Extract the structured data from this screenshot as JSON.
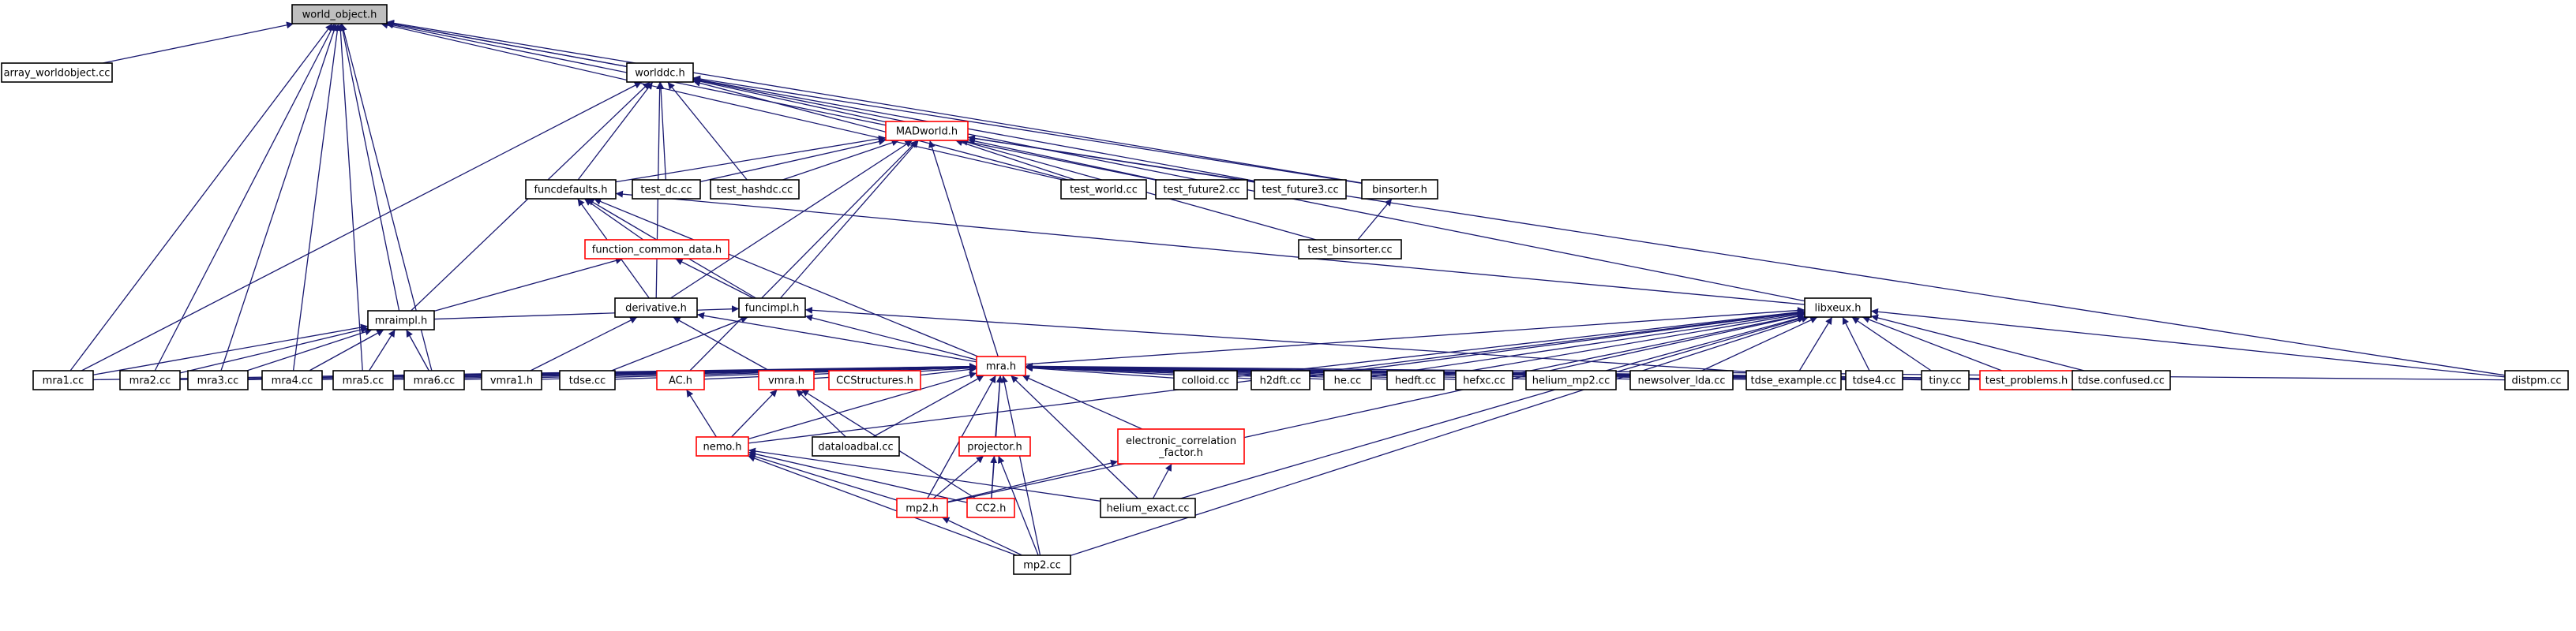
{
  "colors": {
    "edge": "#191970",
    "node_border": "#000000",
    "node_border_highlight": "#ff0000",
    "root_fill": "#bfbfbf"
  },
  "nodes": [
    {
      "id": "world_object_h",
      "label": "world_object.h",
      "root": true
    },
    {
      "id": "array_worldobject_cc",
      "label": "array_worldobject.cc"
    },
    {
      "id": "worlddc_h",
      "label": "worlddc.h"
    },
    {
      "id": "madworld_h",
      "label": "MADworld.h",
      "red": true
    },
    {
      "id": "funcdefaults_h",
      "label": "funcdefaults.h"
    },
    {
      "id": "test_dc_cc",
      "label": "test_dc.cc"
    },
    {
      "id": "test_hashdc_cc",
      "label": "test_hashdc.cc"
    },
    {
      "id": "test_world_cc",
      "label": "test_world.cc"
    },
    {
      "id": "test_future2_cc",
      "label": "test_future2.cc"
    },
    {
      "id": "test_future3_cc",
      "label": "test_future3.cc"
    },
    {
      "id": "binsorter_h",
      "label": "binsorter.h"
    },
    {
      "id": "test_binsorter_cc",
      "label": "test_binsorter.cc"
    },
    {
      "id": "function_common_data_h",
      "label": "function_common_data.h",
      "red": true
    },
    {
      "id": "derivative_h",
      "label": "derivative.h"
    },
    {
      "id": "funcimpl_h",
      "label": "funcimpl.h"
    },
    {
      "id": "libxeux_h",
      "label": "libxeux.h"
    },
    {
      "id": "mraimpl_h",
      "label": "mraimpl.h"
    },
    {
      "id": "mra_h",
      "label": "mra.h",
      "red": true
    },
    {
      "id": "mra1_cc",
      "label": "mra1.cc"
    },
    {
      "id": "mra2_cc",
      "label": "mra2.cc"
    },
    {
      "id": "mra3_cc",
      "label": "mra3.cc"
    },
    {
      "id": "mra4_cc",
      "label": "mra4.cc"
    },
    {
      "id": "mra5_cc",
      "label": "mra5.cc"
    },
    {
      "id": "mra6_cc",
      "label": "mra6.cc"
    },
    {
      "id": "vmra1_h",
      "label": "vmra1.h"
    },
    {
      "id": "tdse_cc",
      "label": "tdse.cc"
    },
    {
      "id": "ac_h",
      "label": "AC.h",
      "red": true
    },
    {
      "id": "vmra_h",
      "label": "vmra.h",
      "red": true
    },
    {
      "id": "ccstructures_h",
      "label": "CCStructures.h",
      "red": true
    },
    {
      "id": "colloid_cc",
      "label": "colloid.cc"
    },
    {
      "id": "h2dft_cc",
      "label": "h2dft.cc"
    },
    {
      "id": "he_cc",
      "label": "he.cc"
    },
    {
      "id": "hedft_cc",
      "label": "hedft.cc"
    },
    {
      "id": "hefxc_cc",
      "label": "hefxc.cc"
    },
    {
      "id": "helium_mp2_cc",
      "label": "helium_mp2.cc"
    },
    {
      "id": "newsolver_lda_cc",
      "label": "newsolver_lda.cc"
    },
    {
      "id": "tdse_example_cc",
      "label": "tdse_example.cc"
    },
    {
      "id": "tdse4_cc",
      "label": "tdse4.cc"
    },
    {
      "id": "tiny_cc",
      "label": "tiny.cc"
    },
    {
      "id": "test_problems_h",
      "label": "test_problems.h",
      "red": true
    },
    {
      "id": "tdse_confused_cc",
      "label": "tdse.confused.cc"
    },
    {
      "id": "distpm_cc",
      "label": "distpm.cc"
    },
    {
      "id": "nemo_h",
      "label": "nemo.h",
      "red": true
    },
    {
      "id": "dataloadbal_cc",
      "label": "dataloadbal.cc"
    },
    {
      "id": "projector_h",
      "label": "projector.h",
      "red": true
    },
    {
      "id": "electronic_correlation_factor_h",
      "label": "electronic_correlation\n_factor.h",
      "red": true
    },
    {
      "id": "mp2_h",
      "label": "mp2.h",
      "red": true
    },
    {
      "id": "cc2_h",
      "label": "CC2.h",
      "red": true
    },
    {
      "id": "helium_exact_cc",
      "label": "helium_exact.cc"
    },
    {
      "id": "mp2_cc",
      "label": "mp2.cc"
    }
  ],
  "edges": [
    [
      "array_worldobject_cc",
      "world_object_h"
    ],
    [
      "worlddc_h",
      "world_object_h"
    ],
    [
      "mra1_cc",
      "world_object_h"
    ],
    [
      "mra2_cc",
      "world_object_h"
    ],
    [
      "mra3_cc",
      "world_object_h"
    ],
    [
      "mra4_cc",
      "world_object_h"
    ],
    [
      "mra5_cc",
      "world_object_h"
    ],
    [
      "mra6_cc",
      "world_object_h"
    ],
    [
      "mraimpl_h",
      "world_object_h"
    ],
    [
      "test_world_cc",
      "world_object_h"
    ],
    [
      "test_future2_cc",
      "world_object_h"
    ],
    [
      "test_future3_cc",
      "world_object_h"
    ],
    [
      "binsorter_h",
      "world_object_h"
    ],
    [
      "madworld_h",
      "worlddc_h"
    ],
    [
      "funcdefaults_h",
      "worlddc_h"
    ],
    [
      "test_dc_cc",
      "worlddc_h"
    ],
    [
      "test_hashdc_cc",
      "worlddc_h"
    ],
    [
      "test_world_cc",
      "worlddc_h"
    ],
    [
      "binsorter_h",
      "worlddc_h"
    ],
    [
      "libxeux_h",
      "worlddc_h"
    ],
    [
      "derivative_h",
      "worlddc_h"
    ],
    [
      "mraimpl_h",
      "worlddc_h"
    ],
    [
      "mra1_cc",
      "worlddc_h"
    ],
    [
      "funcdefaults_h",
      "madworld_h"
    ],
    [
      "test_dc_cc",
      "madworld_h"
    ],
    [
      "test_hashdc_cc",
      "madworld_h"
    ],
    [
      "test_world_cc",
      "madworld_h"
    ],
    [
      "test_future2_cc",
      "madworld_h"
    ],
    [
      "test_future3_cc",
      "madworld_h"
    ],
    [
      "test_binsorter_cc",
      "madworld_h"
    ],
    [
      "derivative_h",
      "madworld_h"
    ],
    [
      "funcimpl_h",
      "madworld_h"
    ],
    [
      "mra_h",
      "madworld_h"
    ],
    [
      "ac_h",
      "madworld_h"
    ],
    [
      "distpm_cc",
      "madworld_h"
    ],
    [
      "test_binsorter_cc",
      "binsorter_h"
    ],
    [
      "function_common_data_h",
      "funcdefaults_h"
    ],
    [
      "derivative_h",
      "funcdefaults_h"
    ],
    [
      "funcimpl_h",
      "funcdefaults_h"
    ],
    [
      "mra_h",
      "funcdefaults_h"
    ],
    [
      "libxeux_h",
      "funcdefaults_h"
    ],
    [
      "funcimpl_h",
      "function_common_data_h"
    ],
    [
      "mraimpl_h",
      "function_common_data_h"
    ],
    [
      "mra_h",
      "derivative_h"
    ],
    [
      "vmra_h",
      "derivative_h"
    ],
    [
      "vmra1_h",
      "derivative_h"
    ],
    [
      "mraimpl_h",
      "funcimpl_h"
    ],
    [
      "mra_h",
      "funcimpl_h"
    ],
    [
      "tdse_cc",
      "funcimpl_h"
    ],
    [
      "tdse4_cc",
      "funcimpl_h"
    ],
    [
      "mra1_cc",
      "mraimpl_h"
    ],
    [
      "mra2_cc",
      "mraimpl_h"
    ],
    [
      "mra3_cc",
      "mraimpl_h"
    ],
    [
      "mra4_cc",
      "mraimpl_h"
    ],
    [
      "mra5_cc",
      "mraimpl_h"
    ],
    [
      "mra6_cc",
      "mraimpl_h"
    ],
    [
      "mra1_cc",
      "mra_h"
    ],
    [
      "mra2_cc",
      "mra_h"
    ],
    [
      "mra3_cc",
      "mra_h"
    ],
    [
      "mra4_cc",
      "mra_h"
    ],
    [
      "mra5_cc",
      "mra_h"
    ],
    [
      "mra6_cc",
      "mra_h"
    ],
    [
      "vmra1_h",
      "mra_h"
    ],
    [
      "tdse_cc",
      "mra_h"
    ],
    [
      "ac_h",
      "mra_h"
    ],
    [
      "vmra_h",
      "mra_h"
    ],
    [
      "ccstructures_h",
      "mra_h"
    ],
    [
      "colloid_cc",
      "mra_h"
    ],
    [
      "h2dft_cc",
      "mra_h"
    ],
    [
      "he_cc",
      "mra_h"
    ],
    [
      "hedft_cc",
      "mra_h"
    ],
    [
      "hefxc_cc",
      "mra_h"
    ],
    [
      "helium_mp2_cc",
      "mra_h"
    ],
    [
      "newsolver_lda_cc",
      "mra_h"
    ],
    [
      "tdse_example_cc",
      "mra_h"
    ],
    [
      "tdse4_cc",
      "mra_h"
    ],
    [
      "tiny_cc",
      "mra_h"
    ],
    [
      "test_problems_h",
      "mra_h"
    ],
    [
      "tdse_confused_cc",
      "mra_h"
    ],
    [
      "distpm_cc",
      "mra_h"
    ],
    [
      "nemo_h",
      "mra_h"
    ],
    [
      "dataloadbal_cc",
      "mra_h"
    ],
    [
      "projector_h",
      "mra_h"
    ],
    [
      "electronic_correlation_factor_h",
      "mra_h"
    ],
    [
      "mp2_h",
      "mra_h"
    ],
    [
      "cc2_h",
      "mra_h"
    ],
    [
      "helium_exact_cc",
      "mra_h"
    ],
    [
      "mp2_cc",
      "mra_h"
    ],
    [
      "mra_h",
      "libxeux_h"
    ],
    [
      "colloid_cc",
      "libxeux_h"
    ],
    [
      "h2dft_cc",
      "libxeux_h"
    ],
    [
      "he_cc",
      "libxeux_h"
    ],
    [
      "hedft_cc",
      "libxeux_h"
    ],
    [
      "hefxc_cc",
      "libxeux_h"
    ],
    [
      "helium_mp2_cc",
      "libxeux_h"
    ],
    [
      "newsolver_lda_cc",
      "libxeux_h"
    ],
    [
      "tdse_example_cc",
      "libxeux_h"
    ],
    [
      "tdse4_cc",
      "libxeux_h"
    ],
    [
      "tiny_cc",
      "libxeux_h"
    ],
    [
      "test_problems_h",
      "libxeux_h"
    ],
    [
      "tdse_confused_cc",
      "libxeux_h"
    ],
    [
      "distpm_cc",
      "libxeux_h"
    ],
    [
      "nemo_h",
      "libxeux_h"
    ],
    [
      "mp2_h",
      "libxeux_h"
    ],
    [
      "helium_exact_cc",
      "libxeux_h"
    ],
    [
      "mp2_cc",
      "libxeux_h"
    ],
    [
      "nemo_h",
      "ac_h"
    ],
    [
      "nemo_h",
      "vmra_h"
    ],
    [
      "dataloadbal_cc",
      "vmra_h"
    ],
    [
      "cc2_h",
      "vmra_h"
    ],
    [
      "mp2_h",
      "nemo_h"
    ],
    [
      "cc2_h",
      "nemo_h"
    ],
    [
      "helium_exact_cc",
      "nemo_h"
    ],
    [
      "mp2_cc",
      "nemo_h"
    ],
    [
      "mp2_h",
      "projector_h"
    ],
    [
      "cc2_h",
      "projector_h"
    ],
    [
      "mp2_cc",
      "projector_h"
    ],
    [
      "mp2_h",
      "electronic_correlation_factor_h"
    ],
    [
      "helium_exact_cc",
      "electronic_correlation_factor_h"
    ],
    [
      "mp2_cc",
      "mp2_h"
    ]
  ]
}
